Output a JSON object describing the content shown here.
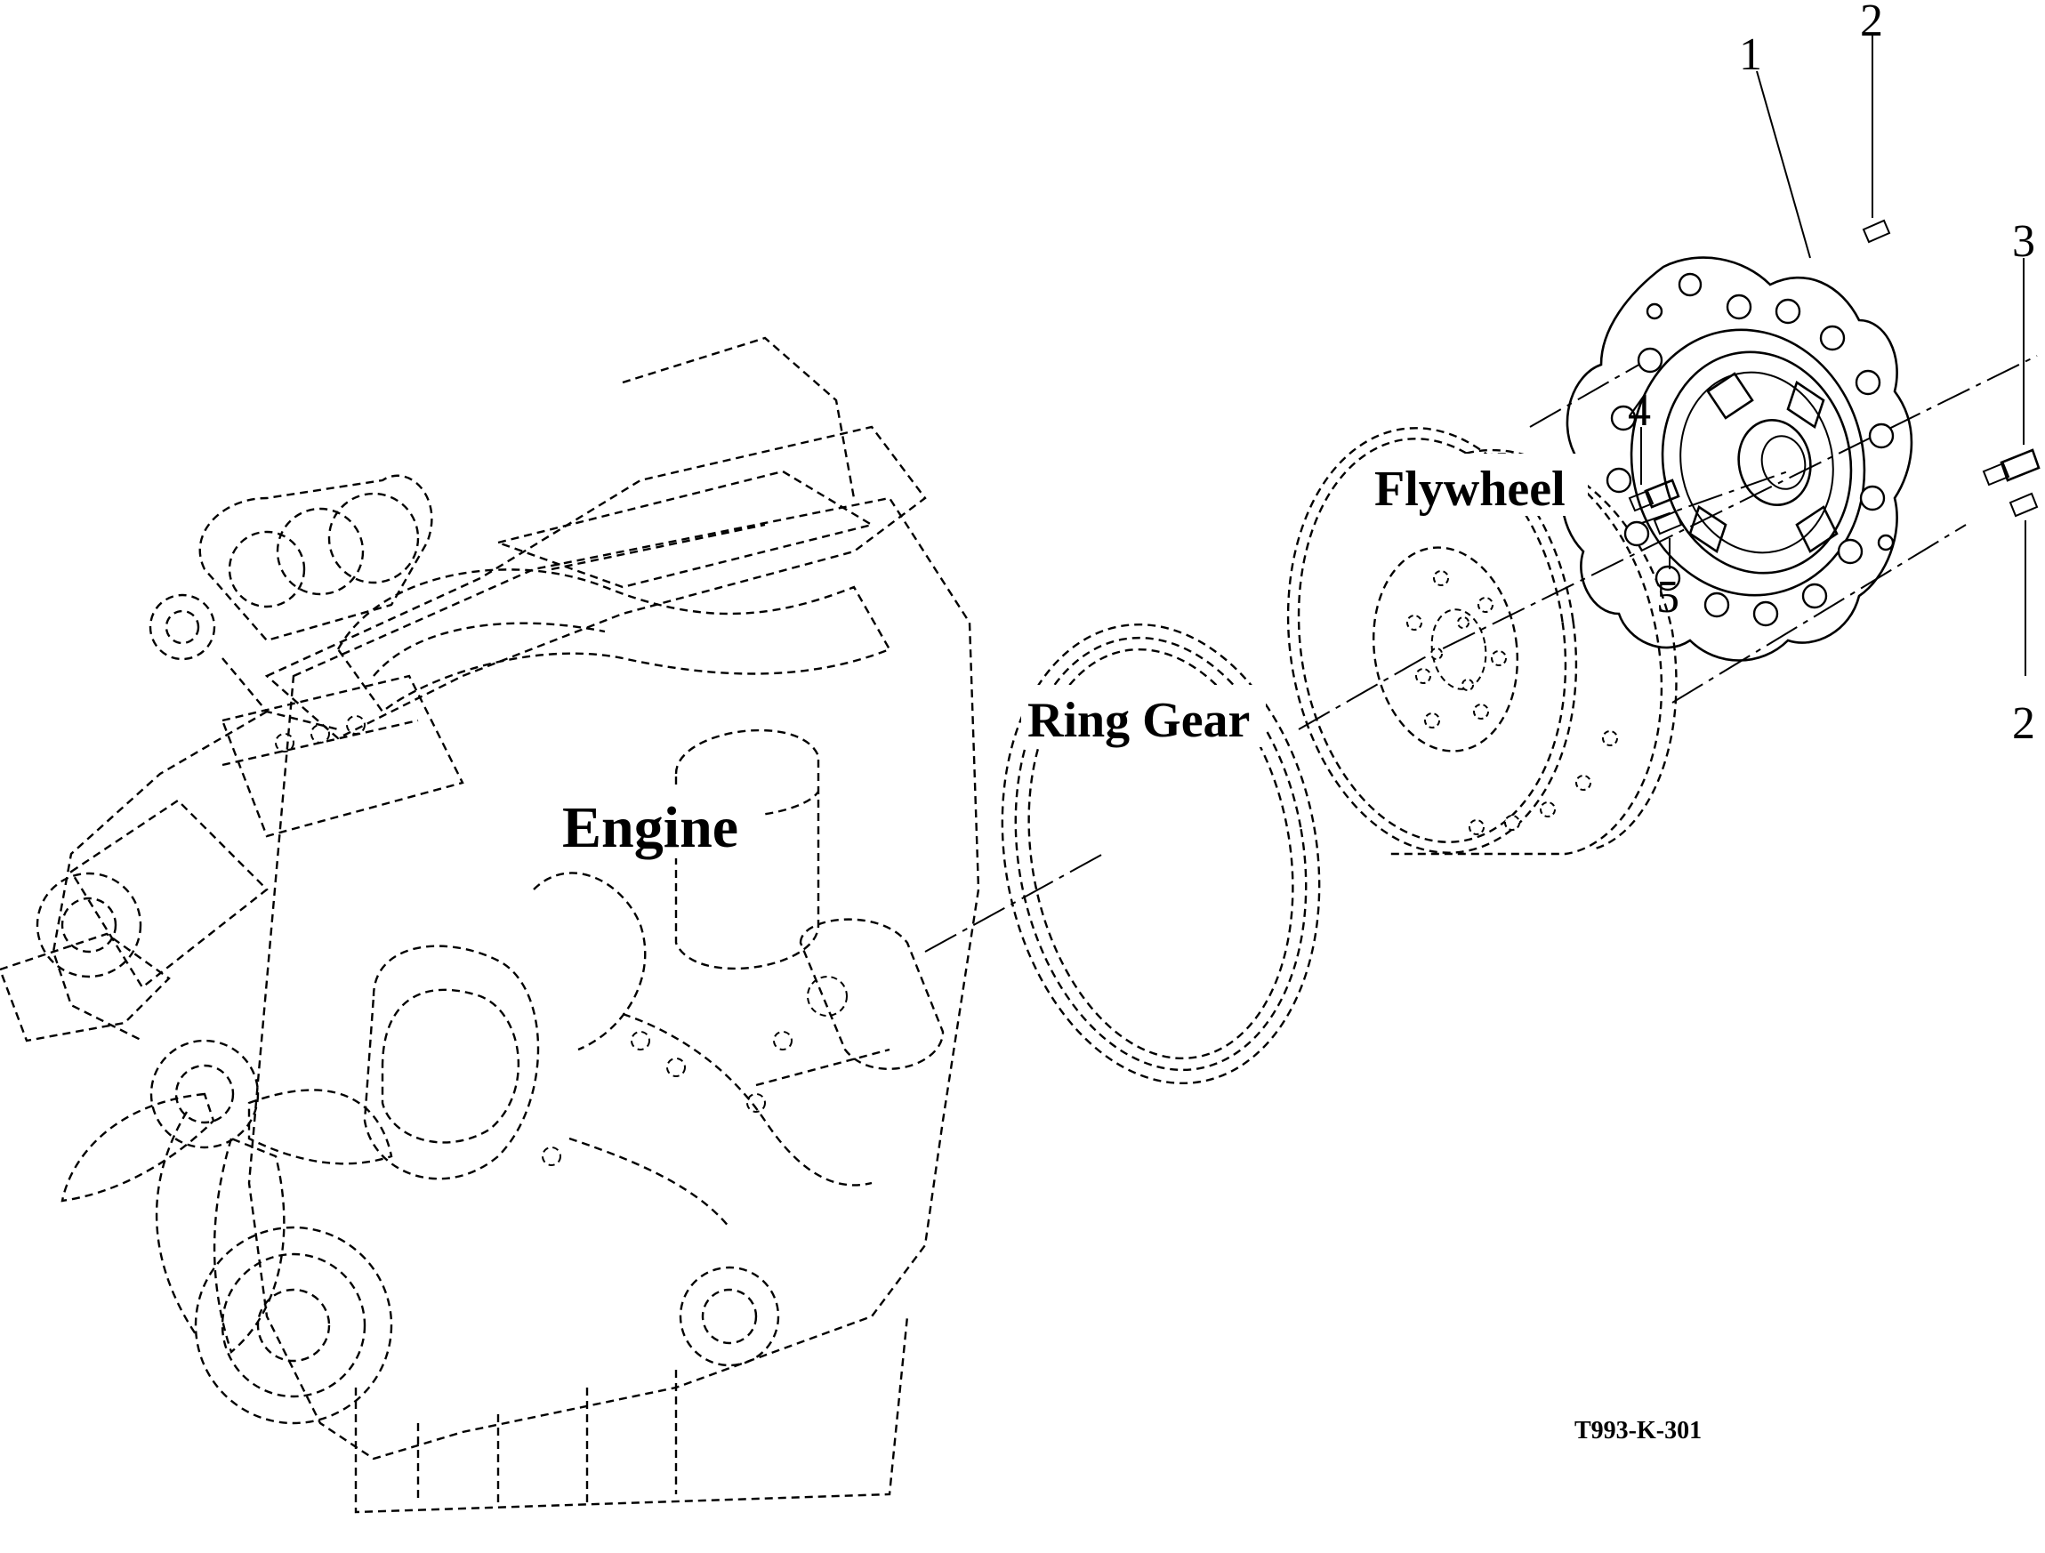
{
  "labels": {
    "engine": "Engine",
    "ring_gear": "Ring Gear",
    "flywheel": "Flywheel"
  },
  "callouts": {
    "c1": "1",
    "c2_top": "2",
    "c2_bottom": "2",
    "c3": "3",
    "c4": "4",
    "c5": "5"
  },
  "figure_ref": "T993-K-301"
}
